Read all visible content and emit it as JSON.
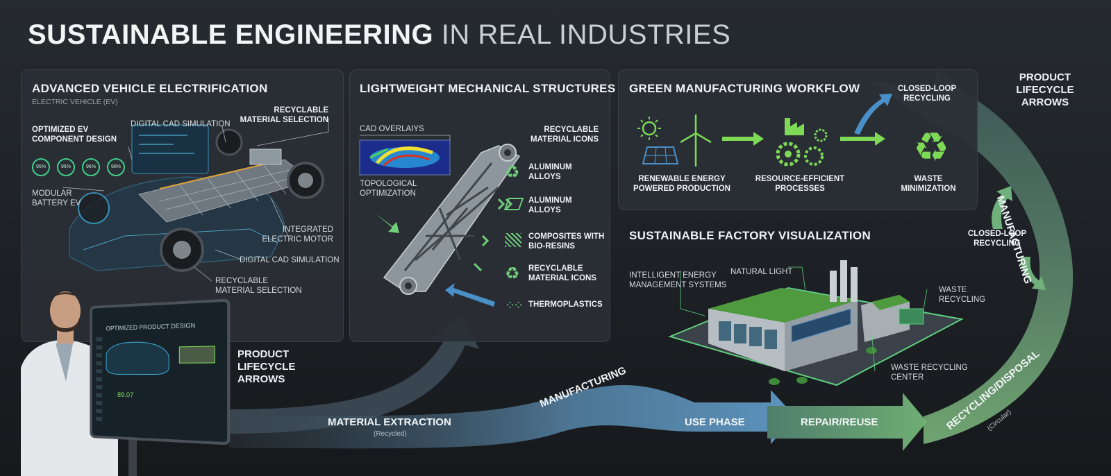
{
  "title": {
    "bold": "SUSTAINABLE ENGINEERING",
    "light": "IN REAL INDUSTRIES"
  },
  "ev_panel": {
    "title": "ADVANCED VEHICLE ELECTRIFICATION",
    "subtitle": "ELECTRIC VEHICLE (EV)",
    "labels": {
      "optimized": "OPTIMIZED EV\nCOMPONENT DESIGN",
      "cad_top": "DIGITAL CAD SIMULATION",
      "recyclable_top": "RECYCLABLE\nMATERIAL SELECTION",
      "battery": "MODULAR\nBATTERY EV",
      "motor": "INTEGRATED\nELECTRIC MOTOR",
      "cad_bottom": "DIGITAL CAD SIMULATION",
      "recyclable_bottom": "RECYCLABLE\nMATERIAL SELECTION"
    },
    "gauges": [
      "95%",
      "96%",
      "96%",
      "98%"
    ]
  },
  "structures_panel": {
    "title": "LIGHTWEIGHT MECHANICAL STRUCTURES",
    "cad_overlays": "CAD OVERLAIYS",
    "topological": "TOPOLOGICAL\nOPTIMIZATION",
    "recyclable_icons": "RECYCLABLE\nMATERIAL ICONS",
    "materials": [
      {
        "label": "ALUMINUM\nALLOYS",
        "icon": "recycle-icon"
      },
      {
        "label": "ALUMINUM\nALLOYS",
        "icon": "ingot-icon"
      },
      {
        "label": "COMPOSITES WITH\nBIO-RESINS",
        "icon": "composite-icon"
      },
      {
        "label": "RECYCLABLE\nMATERIAL ICONS",
        "icon": "recycle-icon"
      },
      {
        "label": "THERMOPLASTICS",
        "icon": "pellets-icon"
      }
    ]
  },
  "workflow_panel": {
    "title": "GREEN MANUFACTURING WORKFLOW",
    "steps": [
      "RENEWABLE ENERGY\nPOWERED PRODUCTION",
      "RESOURCE-EFFICIENT\nPROCESSES",
      "WASTE\nMINIMIZATION"
    ],
    "closed_loop": "CLOSED-LOOP\nRECYCLING"
  },
  "factory": {
    "title": "SUSTAINABLE FACTORY VISUALIZATION",
    "labels": {
      "energy": "INTELLIGENT ENERGY\nMANAGEMENT SYSTEMS",
      "light": "NATURAL LIGHT",
      "waste": "WASTE\nRECYCLING",
      "center": "WASTE RECYCLING\nCENTER"
    }
  },
  "lifecycle": {
    "top_label": "PRODUCT\nLIFECYCLE\nARROWS",
    "left_label": "PRODUCT\nLIFECYCLE\nARROWS",
    "manufacturing_vertical": "MANUFACTURING",
    "closed_loop": "CLOSED-LOOP\nRECYCLING",
    "material_extraction": "MATERIAL EXTRACTION",
    "material_sub": "(Recycled)",
    "manufacturing_curve": "MANUFACTURING",
    "use_phase": "USE PHASE",
    "repair": "REPAIR/REUSE",
    "recycling": "RECYCLING/DISPOSAL",
    "recycling_sub": "(Circular)"
  },
  "touchscreen": {
    "header": "OPTIMIZED PRODUCT DESIGN",
    "readout": "89.07"
  },
  "colors": {
    "green": "#7ed957",
    "blue": "#4a90c8",
    "accent_green": "#5fcf80"
  }
}
